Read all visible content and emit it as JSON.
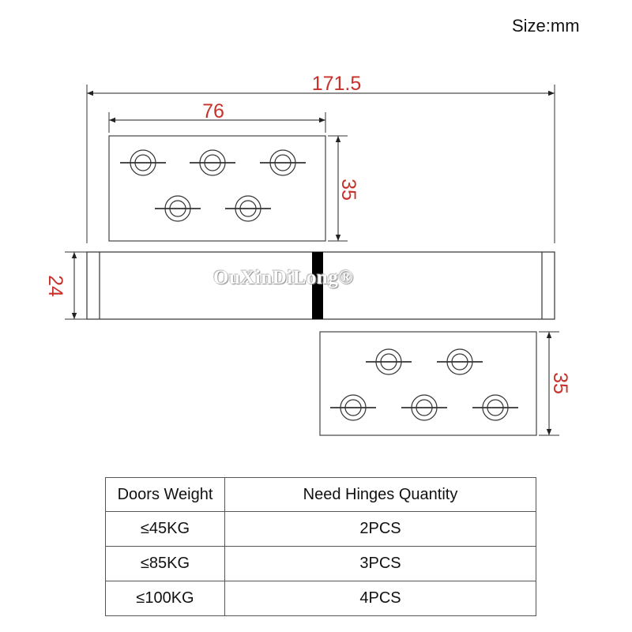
{
  "size_label": "Size:mm",
  "watermark": "OuXinDiLong®",
  "dimensions": {
    "overall_length": "171.5",
    "plate_length": "76",
    "plate_height": "35",
    "closed_thickness": "24",
    "plate2_height": "35"
  },
  "colors": {
    "dimension_text": "#c8312b",
    "line": "#333333",
    "spine": "#000000"
  },
  "table": {
    "headers": [
      "Doors Weight",
      "Need Hinges Quantity"
    ],
    "rows": [
      [
        "≤45KG",
        "2PCS"
      ],
      [
        "≤85KG",
        "3PCS"
      ],
      [
        "≤100KG",
        "4PCS"
      ]
    ]
  }
}
